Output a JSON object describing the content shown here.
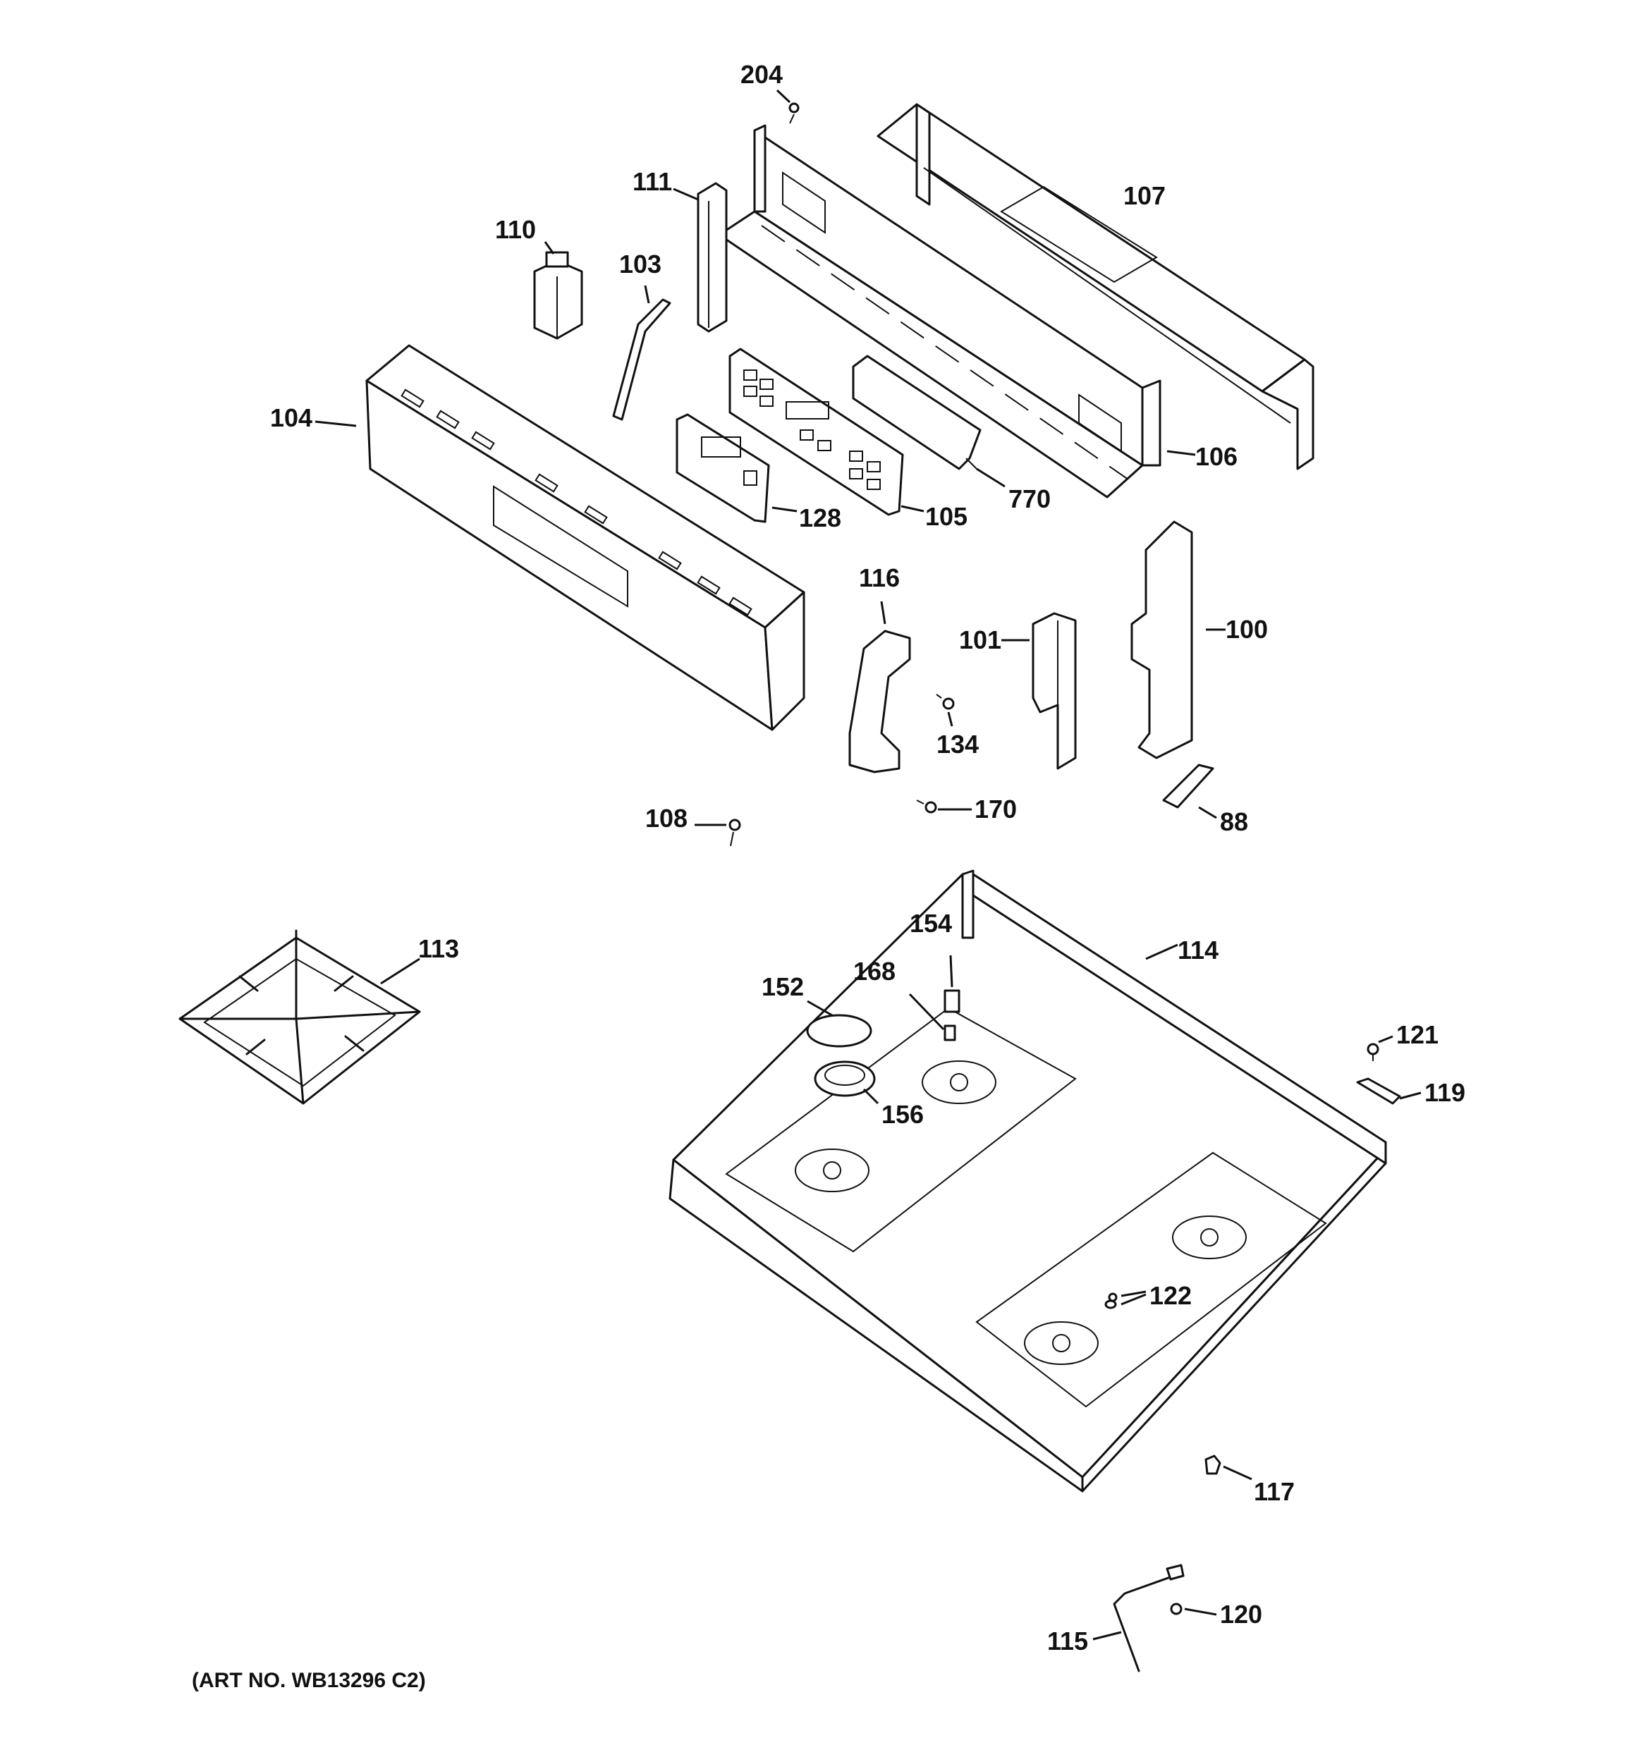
{
  "labels": {
    "p204": "204",
    "p107": "107",
    "p111": "111",
    "p110": "110",
    "p103": "103",
    "p104": "104",
    "p106": "106",
    "p128": "128",
    "p105": "105",
    "p770": "770",
    "p116": "116",
    "p101": "101",
    "p100": "100",
    "p134": "134",
    "p170": "170",
    "p108": "108",
    "p88": "88",
    "p154": "154",
    "p114": "114",
    "p113": "113",
    "p152": "152",
    "p168": "168",
    "p121": "121",
    "p156": "156",
    "p119": "119",
    "p122": "122",
    "p117": "117",
    "p120": "120",
    "p115": "115"
  },
  "art_number": "(ART NO. WB13296 C2)"
}
